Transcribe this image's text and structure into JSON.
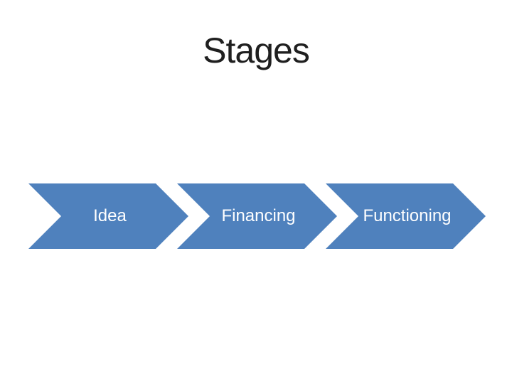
{
  "slide": {
    "title": "Stages"
  },
  "colors": {
    "background": "#ffffff",
    "title_text": "#1f1f1f",
    "chevron_fill": "#4f81bd",
    "chevron_text": "#ffffff"
  },
  "diagram": {
    "type": "chevron-process",
    "direction": "left-to-right",
    "stages": [
      {
        "label": "Idea"
      },
      {
        "label": "Financing"
      },
      {
        "label": "Functioning"
      }
    ]
  }
}
